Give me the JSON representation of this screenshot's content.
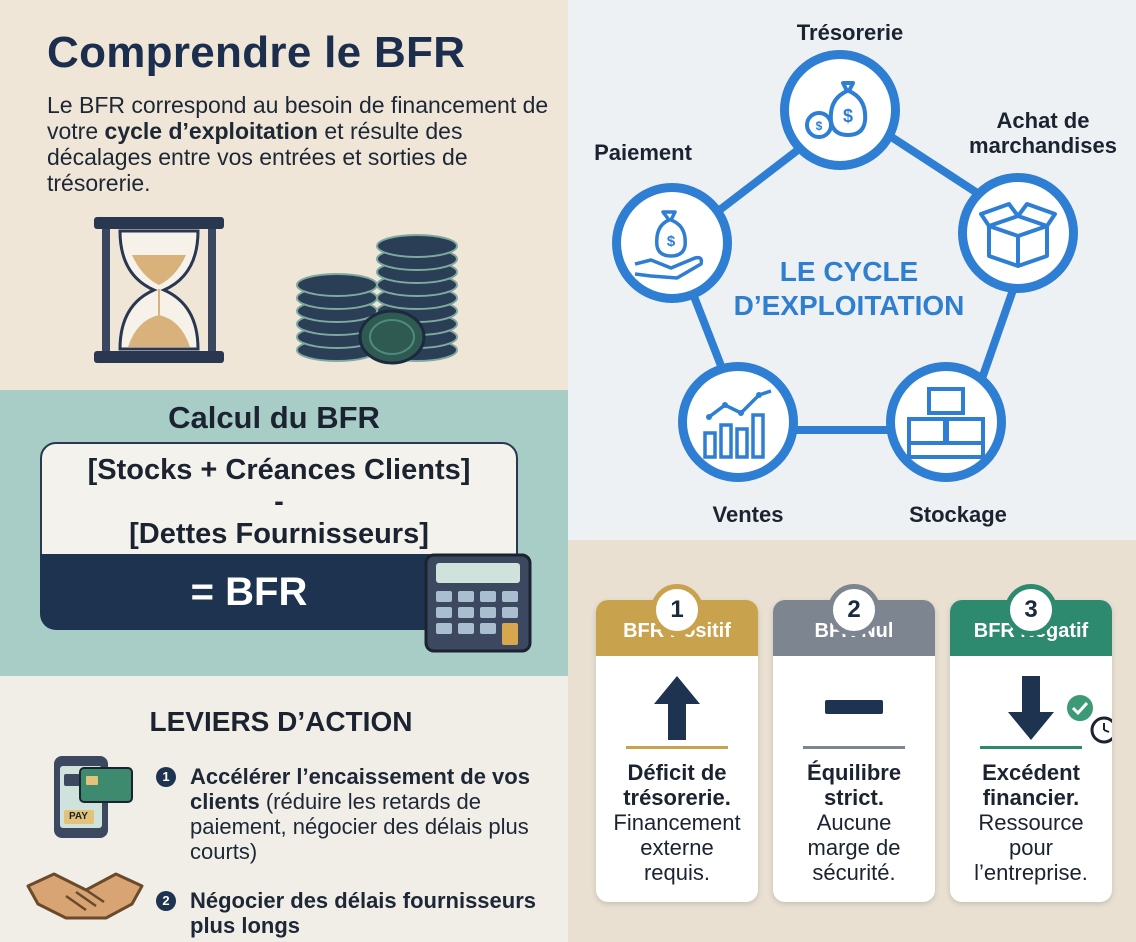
{
  "intro": {
    "title": "Comprendre le BFR",
    "text_1": "Le BFR correspond au besoin de financement de votre ",
    "text_bold_1": "cycle d’exploitation",
    "text_2": " et résulte des décalages entre vos entrées et sorties de trésorerie."
  },
  "calc": {
    "title": "Calcul du BFR",
    "line_1": "[Stocks + Créances Clients]",
    "operator": "-",
    "line_2": "[Dettes Fournisseurs]",
    "result": "= BFR"
  },
  "levers": {
    "title": "LEVIERS D’ACTION",
    "items": [
      {
        "num": "1",
        "bold": "Accélérer l’encaissement de vos clients",
        "text": " (réduire les retards de paiement, négocier des délais plus courts)"
      },
      {
        "num": "2",
        "bold": "Négocier des délais fournisseurs plus longs",
        "text": ""
      }
    ],
    "pay_label": "PAY"
  },
  "cycle": {
    "center_line_1": "LE CYCLE",
    "center_line_2": "D’EXPLOITATION",
    "nodes": [
      {
        "label": "Trésorerie",
        "icon": "money-bag-coins-icon"
      },
      {
        "label_1": "Achat de",
        "label_2": "marchandises",
        "icon": "open-box-icon"
      },
      {
        "label": "Stockage",
        "icon": "stacked-boxes-icon"
      },
      {
        "label": "Ventes",
        "icon": "bar-chart-growth-icon"
      },
      {
        "label": "Paiement",
        "icon": "hand-money-bag-icon"
      }
    ],
    "accent": "#2e7fd3"
  },
  "cards": [
    {
      "num": "1",
      "title": "BFR Positif",
      "bold_1": "Déficit de",
      "bold_2": "trésorerie.",
      "line_1": "Financement",
      "line_2": "externe",
      "line_3": "requis.",
      "color": "#c9a24e",
      "icon": "arrow-up-icon"
    },
    {
      "num": "2",
      "title": "BFR Nul",
      "bold_1": "Équilibre",
      "bold_2": "strict.",
      "line_1": "Aucune",
      "line_2": "marge de",
      "line_3": "sécurité.",
      "color": "#7c8590",
      "icon": "minus-icon"
    },
    {
      "num": "3",
      "title": "BFR Négatif",
      "bold_1": "Excédent",
      "bold_2": "financier.",
      "line_1": "Ressource",
      "line_2": "pour",
      "line_3": "l’entreprise.",
      "color": "#2e8a6e",
      "icon": "arrow-down-check-icon"
    }
  ]
}
